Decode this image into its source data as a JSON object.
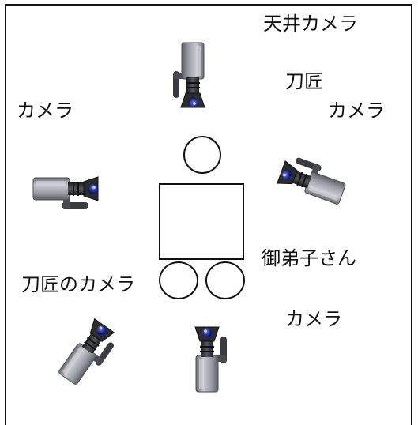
{
  "labels": {
    "ceiling_camera": "天井カメラ",
    "swordsmith": "刀匠",
    "camera_left": "カメラ",
    "camera_right": "カメラ",
    "apprentice": "御弟子さん",
    "swordsmith_camera": "刀匠のカメラ",
    "camera_bottom": "カメラ"
  },
  "icons": {
    "camera": "video-camera-icon"
  },
  "colors": {
    "camera_body": "#9a9ca4",
    "camera_dark": "#2f3034",
    "lens_blue": "#2f3fb6"
  }
}
